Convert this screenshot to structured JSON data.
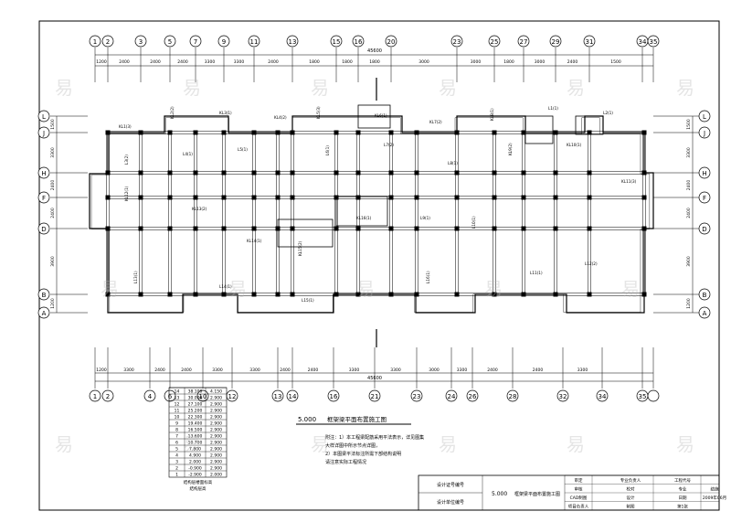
{
  "drawing": {
    "title": "框架梁平面布置施工图",
    "level_label": "5.000",
    "notes": [
      "附注：1）本工程梁配筋采用平法表示，详见图集",
      "大样详图中所示节点详图，",
      "2）本图梁平法标注所需下部结构说明",
      "请注意实际工程情况"
    ]
  },
  "axes": {
    "top": [
      "1",
      "2",
      "3",
      "5",
      "7",
      "9",
      "11",
      "13",
      "15",
      "16",
      "20",
      "23",
      "25",
      "27",
      "29",
      "31",
      "34",
      "35"
    ],
    "bottom": [
      "1",
      "2",
      "4",
      "6",
      "10",
      "12",
      "13",
      "14",
      "16",
      "21",
      "23",
      "24",
      "26",
      "28",
      "32",
      "34",
      "35"
    ],
    "left": [
      "L",
      "J",
      "H",
      "F",
      "D",
      "B",
      "A"
    ],
    "right": [
      "L",
      "J",
      "H",
      "F",
      "D",
      "B",
      "A"
    ]
  },
  "dimensions": {
    "total_width": "45600",
    "top_row": [
      "1200",
      "2400",
      "2400",
      "2400",
      "3300",
      "3300",
      "2400",
      "1800",
      "1800",
      "1800",
      "3000",
      "3000",
      "1800",
      "3000",
      "2400",
      "1500"
    ],
    "bottom_row": [
      "1200",
      "3300",
      "2400",
      "2400",
      "3300",
      "3300",
      "2400",
      "2400",
      "3300",
      "3300",
      "3000",
      "3300",
      "2400",
      "2400",
      "3300"
    ],
    "left_col": [
      "1500",
      "3300",
      "2400",
      "2400",
      "3900",
      "1200"
    ],
    "right_col": [
      "1500",
      "3300",
      "2400",
      "2400",
      "3900",
      "1200"
    ]
  },
  "level_table": {
    "rows": [
      {
        "no": "14",
        "level": "38.100",
        "height": "4.150"
      },
      {
        "no": "13",
        "level": "30.000",
        "height": "2.900"
      },
      {
        "no": "12",
        "level": "27.100",
        "height": "2.900"
      },
      {
        "no": "11",
        "level": "25.200",
        "height": "2.900"
      },
      {
        "no": "10",
        "level": "22.300",
        "height": "2.900"
      },
      {
        "no": "9",
        "level": "19.400",
        "height": "2.900"
      },
      {
        "no": "8",
        "level": "16.500",
        "height": "2.900"
      },
      {
        "no": "7",
        "level": "13.600",
        "height": "2.900"
      },
      {
        "no": "6",
        "level": "10.700",
        "height": "2.900"
      },
      {
        "no": "5",
        "level": "7.800",
        "height": "2.900"
      },
      {
        "no": "4",
        "level": "4.900",
        "height": "2.900"
      },
      {
        "no": "3",
        "level": "2.000",
        "height": "2.900"
      },
      {
        "no": "2",
        "level": "-0.900",
        "height": "2.900"
      },
      {
        "no": "1",
        "level": "-2.900",
        "height": "2.000"
      }
    ],
    "footer": [
      "结构层楼面标高",
      "结构层高"
    ]
  },
  "title_block": {
    "left_labels": [
      "设计证号编号",
      "设计单位编号"
    ],
    "drawing_name": "框架梁平面布置施工图",
    "drawing_level": "5.000",
    "roles": [
      "审定",
      "审核",
      "CAD制图",
      "项目负责人"
    ],
    "role_values": [
      "专业负责人",
      "校对",
      "设计",
      "制图"
    ],
    "right_labels": [
      "工程代号",
      "专业",
      "日期",
      "第1张"
    ],
    "right_values": [
      "",
      "结施",
      "2009年06月",
      ""
    ]
  },
  "beam_labels": [
    "KL1(3)",
    "KL2(2)",
    "KL3(1)",
    "KL4(2)",
    "KL5(3)",
    "KL6(1)",
    "KL7(2)",
    "KL8(1)",
    "L1(1)",
    "L2(1)",
    "L3(2)",
    "L4(1)",
    "L5(1)",
    "L6(1)",
    "L7(2)",
    "L8(1)",
    "KL9(2)",
    "KL10(1)",
    "KL11(3)",
    "KL12(1)",
    "KL13(2)",
    "KL14(1)",
    "KL15(2)",
    "KL16(1)",
    "L9(1)",
    "L10(1)",
    "L11(1)",
    "L12(2)",
    "L13(1)",
    "L14(1)",
    "L15(1)",
    "L16(1)"
  ],
  "watermark": "易"
}
